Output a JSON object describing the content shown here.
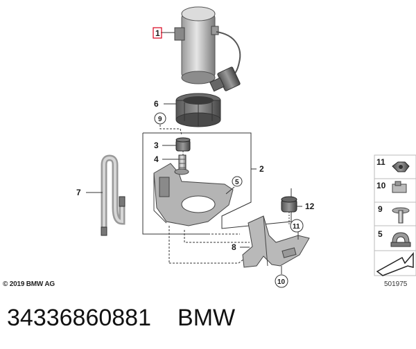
{
  "callouts": {
    "c1": "1",
    "c2": "2",
    "c3": "3",
    "c4": "4",
    "c5": "5",
    "c6": "6",
    "c7": "7",
    "c8": "8",
    "c9": "9",
    "c10": "10",
    "c11": "11",
    "c12": "12"
  },
  "legend": {
    "l11": "11",
    "l10": "10",
    "l9": "9",
    "l5": "5"
  },
  "copyright": "© 2019 BMW AG",
  "reference": "501975",
  "caption": {
    "part_number": "34336860881",
    "brand": "BMW"
  },
  "colors": {
    "part_fill": "#c9c9c9",
    "part_dark": "#8a8a8a",
    "outline": "#333333",
    "highlight": "#d9001b"
  }
}
